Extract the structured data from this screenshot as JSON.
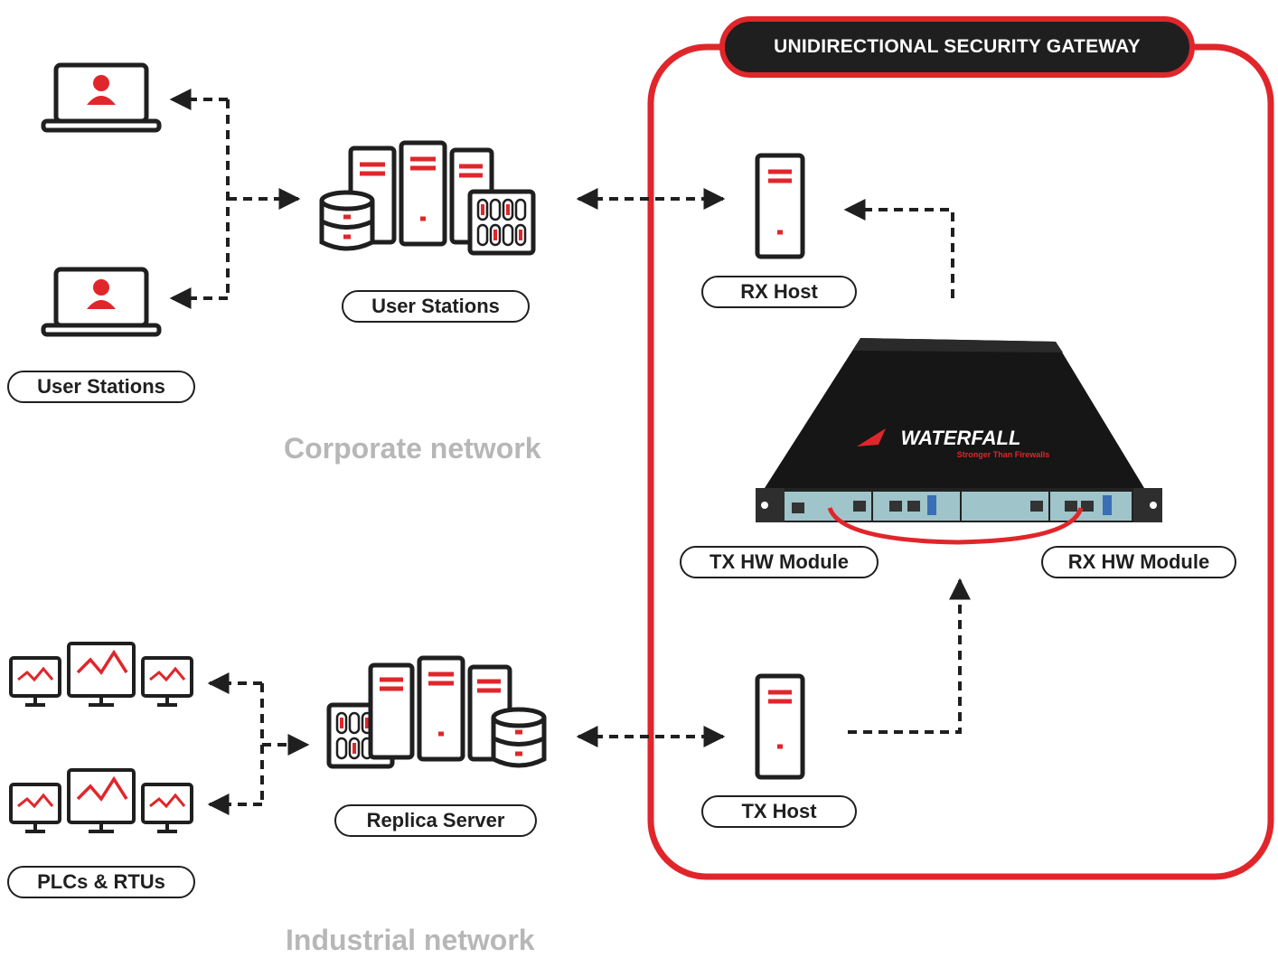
{
  "gateway": {
    "title": "UNIDIRECTIONAL SECURITY GATEWAY"
  },
  "labels": {
    "user_stations_left": "User Stations",
    "user_stations_center": "User Stations",
    "rx_host": "RX Host",
    "tx_host": "TX Host",
    "tx_hw_module": "TX HW Module",
    "rx_hw_module": "RX HW Module",
    "replica_server": "Replica Server",
    "plcs_rtus": "PLCs & RTUs"
  },
  "networks": {
    "corporate": "Corporate network",
    "industrial": "Industrial network"
  },
  "device": {
    "brand": "WATERFALL",
    "tagline": "Stronger Than Firewalls"
  },
  "colors": {
    "accent_red": "#e0262b",
    "dark": "#1f1f1f",
    "muted_label": "#b7b7b7",
    "module_panel": "#9fc4c9"
  },
  "icons": [
    "laptop-user-icon",
    "server-cluster-icon",
    "database-icon",
    "server-tower-icon",
    "monitor-trend-icon",
    "arrow-icon",
    "dashed-connector"
  ]
}
